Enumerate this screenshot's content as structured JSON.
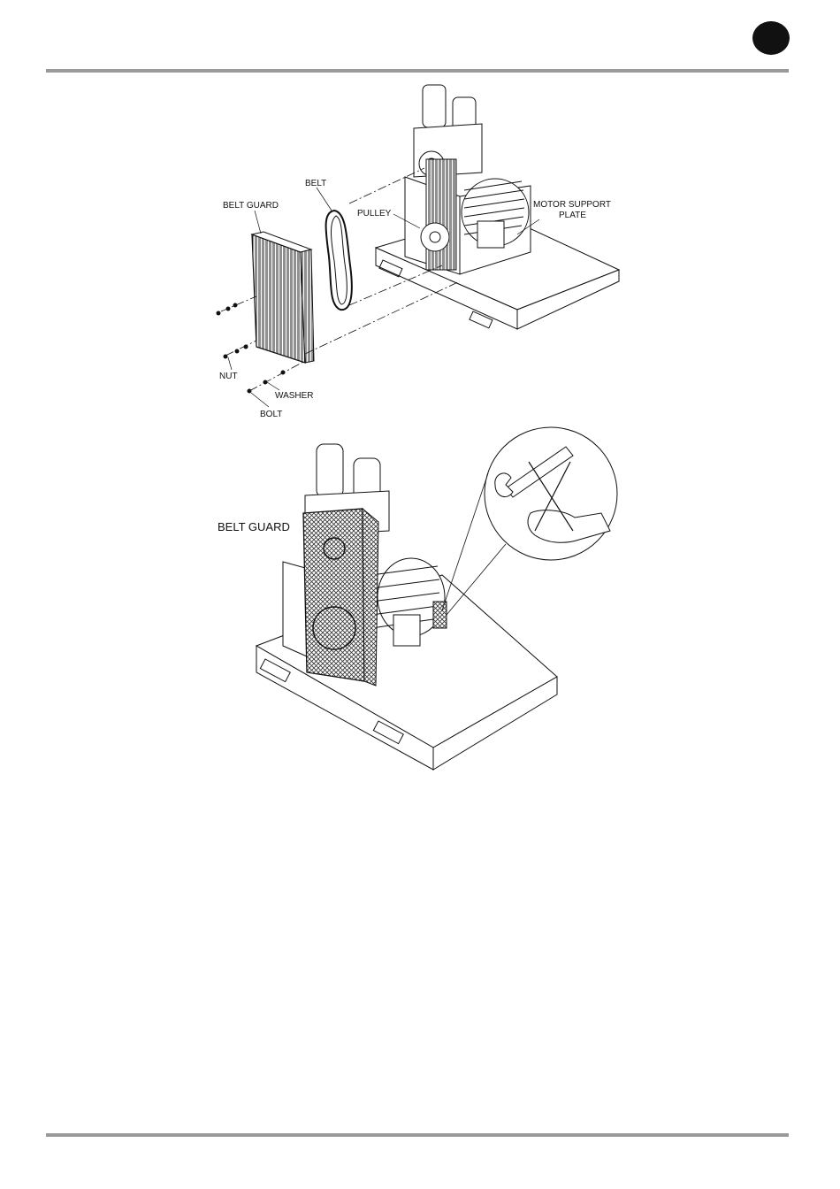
{
  "labels": {
    "belt": "BELT",
    "belt_guard": "BELT GUARD",
    "pulley": "PULLEY",
    "motor_support_plate_1": "MOTOR SUPPORT",
    "motor_support_plate_2": "PLATE",
    "nut": "NUT",
    "washer": "WASHER",
    "bolt": "BOLT",
    "belt_guard_assembled": "BELT GUARD"
  }
}
